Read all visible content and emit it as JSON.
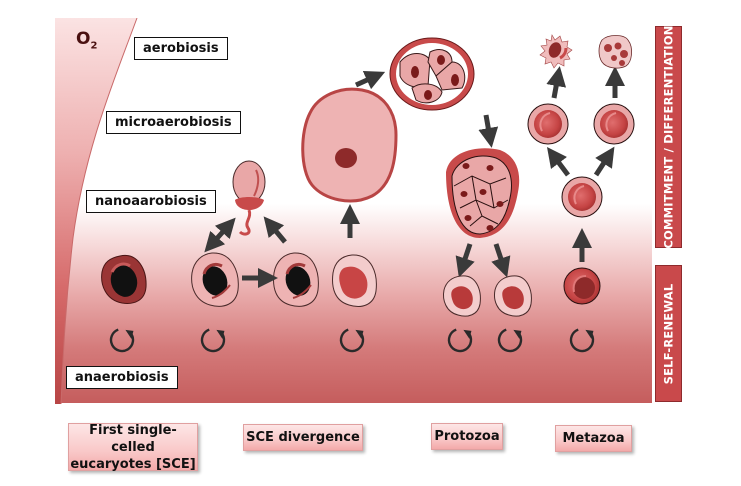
{
  "figure": {
    "oxygen_label": {
      "main": "O",
      "subscript": "2"
    },
    "oxygen_levels": [
      {
        "label": "aerobiosis"
      },
      {
        "label": "microaerobiosis"
      },
      {
        "label": "nanoaarobiosis"
      },
      {
        "label": "anaerobiosis"
      }
    ],
    "side_bars": {
      "top": "COMMITMENT / DIFFERENTIATION",
      "bottom": "SELF-RENEWAL"
    },
    "stages": [
      {
        "label": "First single-celled eucaryotes [SCE]",
        "line1": "First single-celled",
        "line2": "eucaryotes [SCE]"
      },
      {
        "label": "SCE divergence"
      },
      {
        "label": "Protozoa"
      },
      {
        "label": "Metazoa"
      }
    ],
    "icons": {
      "self_renewal": "circular-arrow-icon",
      "transition": "arrow-icon"
    },
    "colors": {
      "accent_red": "#c9494b",
      "cell_pink": "#e9a7a7",
      "cell_dark_red": "#8e2a2c",
      "nucleus_black": "#111111",
      "stage_box_fill": "#f9c8c8"
    }
  }
}
